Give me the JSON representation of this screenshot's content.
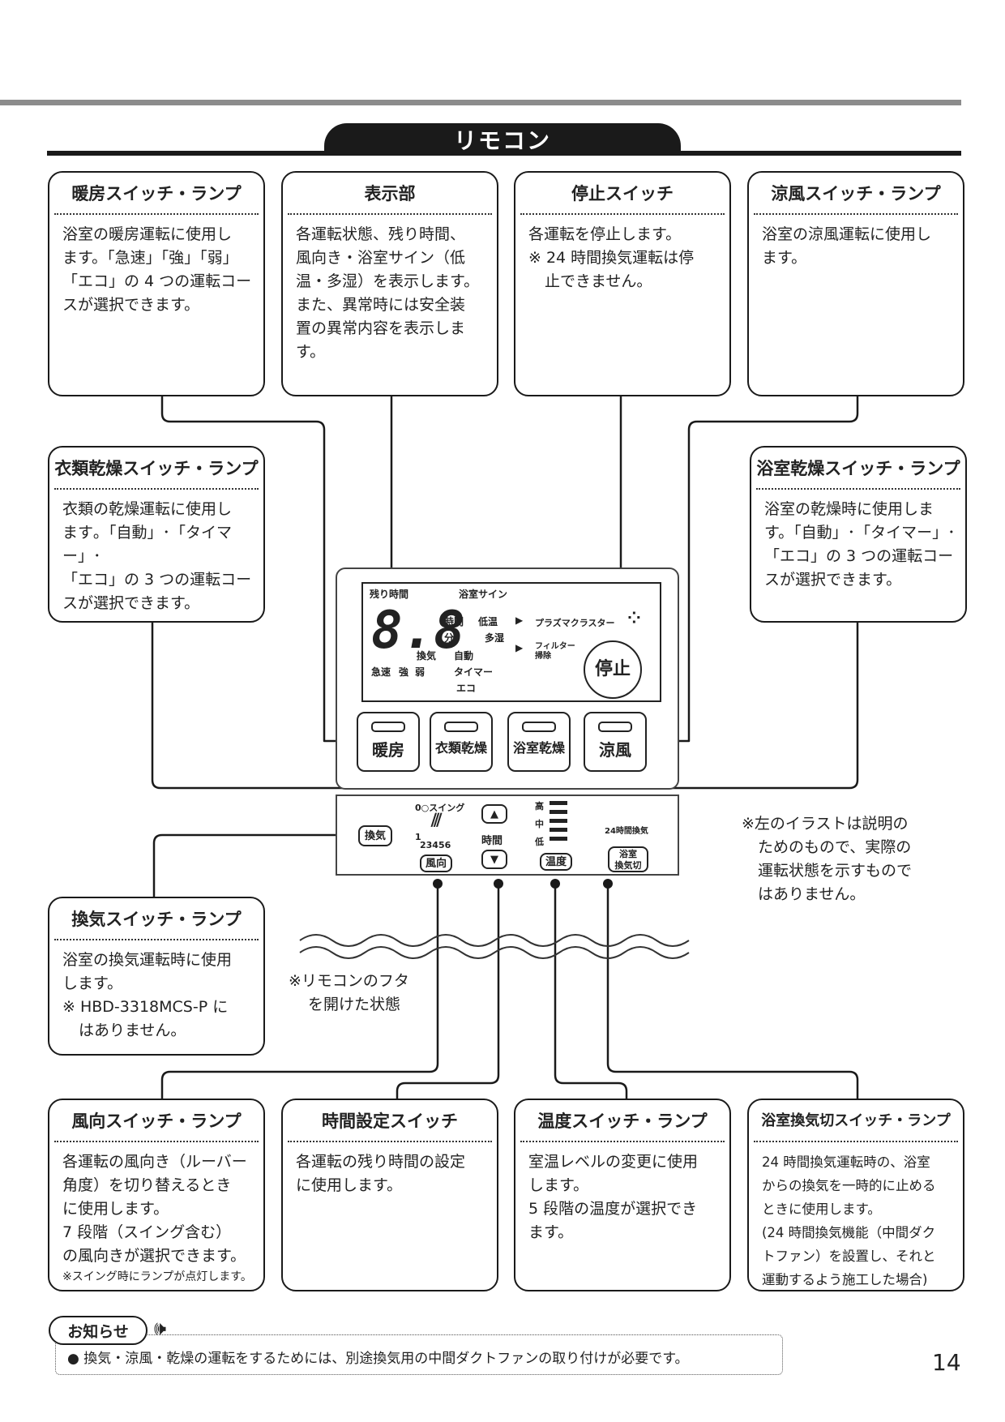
{
  "header": {
    "title": "リモコン"
  },
  "boxes": {
    "danbou": {
      "title": "暖房スイッチ・ランプ",
      "lines": [
        "浴室の暖房運転に使用し",
        "ます。「急速」「強」「弱」",
        "「エコ」の 4 つの運転コー",
        "スが選択できます。"
      ]
    },
    "hyouji": {
      "title": "表示部",
      "lines": [
        "各運転状態、残り時間、",
        "風向き・浴室サイン（低",
        "温・多湿）を表示します。",
        "また、異常時には安全装",
        "置の異常内容を表示しま",
        "す。"
      ]
    },
    "teishi": {
      "title": "停止スイッチ",
      "lines": [
        "各運転を停止します。",
        "※ 24 時間換気運転は停"
      ],
      "indent": "止できません。"
    },
    "ryoufuu": {
      "title": "涼風スイッチ・ランプ",
      "lines": [
        "浴室の涼風運転に使用し",
        "ます。"
      ]
    },
    "irui": {
      "title": "衣類乾燥スイッチ・ランプ",
      "lines": [
        "衣類の乾燥運転に使用し",
        "ます｡「自動」･「タイマー」･",
        "「エコ」の 3 つの運転コー",
        "スが選択できます。"
      ]
    },
    "yokushitsu_kansou": {
      "title": "浴室乾燥スイッチ・ランプ",
      "lines": [
        "浴室の乾燥時に使用しま",
        "す。「自動」･「タイマー」･",
        "「エコ」の 3 つの運転コー",
        "スが選択できます。"
      ]
    },
    "kanki": {
      "title": "換気スイッチ・ランプ",
      "lines": [
        "浴室の換気運転時に使用",
        "します。",
        "※ HBD-3318MCS-P に"
      ],
      "indent": "はありません。"
    },
    "kazamuki": {
      "title": "風向スイッチ・ランプ",
      "lines": [
        "各運転の風向き（ルーバー",
        "角度）を切り替えるとき",
        "に使用します。",
        "7 段階（スイング含む）",
        "の風向きが選択できます。"
      ],
      "small": "※スイング時にランプが点灯します。"
    },
    "jikan": {
      "title": "時間設定スイッチ",
      "lines": [
        "各運転の残り時間の設定",
        "に使用します。"
      ]
    },
    "ondo": {
      "title": "温度スイッチ・ランプ",
      "lines": [
        "室温レベルの変更に使用",
        "します。",
        "5 段階の温度が選択でき",
        "ます。"
      ]
    },
    "kankigiri": {
      "title": "浴室換気切スイッチ・ランプ",
      "lines": [
        "24 時間換気運転時の、浴室",
        "からの換気を一時的に止める",
        "ときに使用します。",
        "(24 時間換気機能（中間ダク",
        "トファン）を設置し、それと",
        "運動するよう施工した場合)"
      ]
    }
  },
  "remote": {
    "lcd": {
      "label_nokori": "残り時間",
      "label_sign": "浴室サイン",
      "digits": "8.8",
      "jikan": "時間",
      "fun": "分",
      "teion": "低温",
      "tashitsu": "多湿",
      "kanki": "換気",
      "jidou": "自動",
      "kyusoku": "急速",
      "kyou": "強",
      "jaku": "弱",
      "timer": "タイマー",
      "eco": "エコ"
    },
    "plasma": "プラズマクラスター",
    "filter": "フィルター",
    "filter2": "掃除",
    "stop_label": "停止",
    "buttons": [
      "暖房",
      "衣類乾燥",
      "浴室乾燥",
      "涼風"
    ],
    "lower": {
      "kanki": "換気",
      "swing": "0○スイング",
      "angles_top": "1",
      "angles": "23456",
      "kazamuki": "風向",
      "up": "▲",
      "jikan": "時間",
      "down": "▼",
      "high": "高",
      "mid": "中",
      "low": "低",
      "ondo": "温度",
      "kanki24": "24時間換気",
      "kankigiri1": "浴室",
      "kankigiri2": "換気切"
    }
  },
  "notes": {
    "illust": [
      "※左のイラストは説明の",
      "ためのもので、実際の",
      "運転状態を示すもので",
      "はありません。"
    ],
    "futa": [
      "※リモコンのフタ",
      "を開けた状態"
    ]
  },
  "notice": {
    "label": "お知らせ",
    "text": "● 換気・涼風・乾燥の運転をするためには、別途換気用の中間ダクトファンの取り付けが必要です。"
  },
  "page_number": "14"
}
